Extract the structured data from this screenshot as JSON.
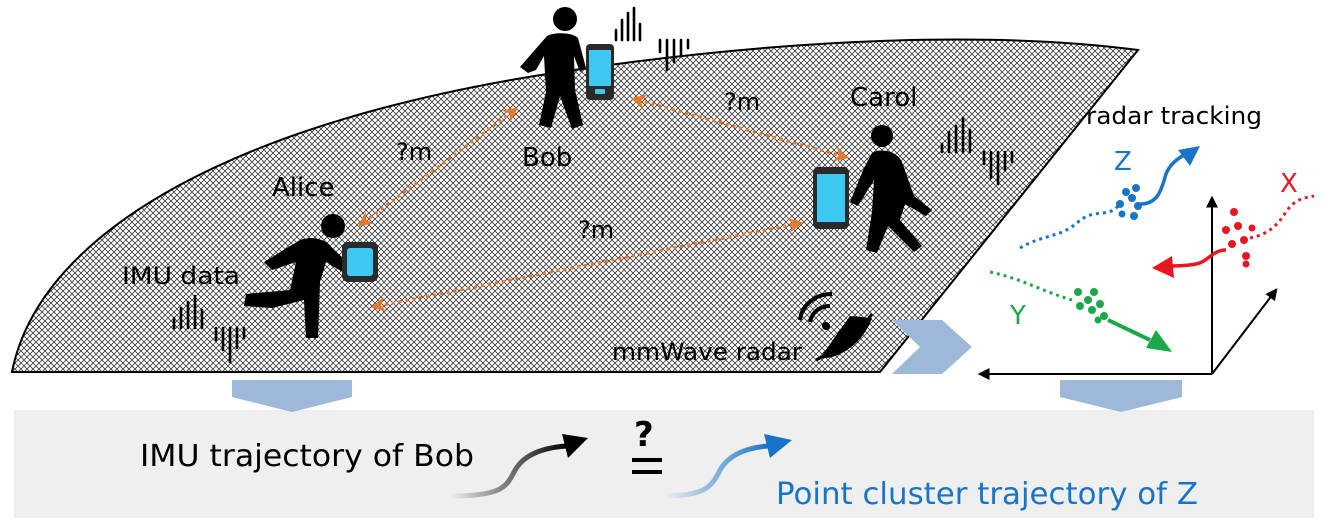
{
  "people": {
    "bob": "Bob",
    "carol": "Carol",
    "alice": "Alice"
  },
  "distance_unknown": "?m",
  "imu_data_label": "IMU data",
  "radar_label": "mmWave radar",
  "radar_tracking_label": "radar tracking",
  "clusters": {
    "z": "Z",
    "x": "X",
    "y": "Y"
  },
  "comparison": {
    "imu_trajectory": "IMU trajectory of Bob",
    "question_mark": "?",
    "point_cluster_trajectory": "Point cluster trajectory of Z"
  },
  "colors": {
    "orange": "#E8782A",
    "blue": "#1874C8",
    "red": "#E8171F",
    "green": "#1BA84A",
    "arrow_fill": "#9DB8D9",
    "band": "#EFEFEF",
    "device": "#3CC8F0"
  }
}
